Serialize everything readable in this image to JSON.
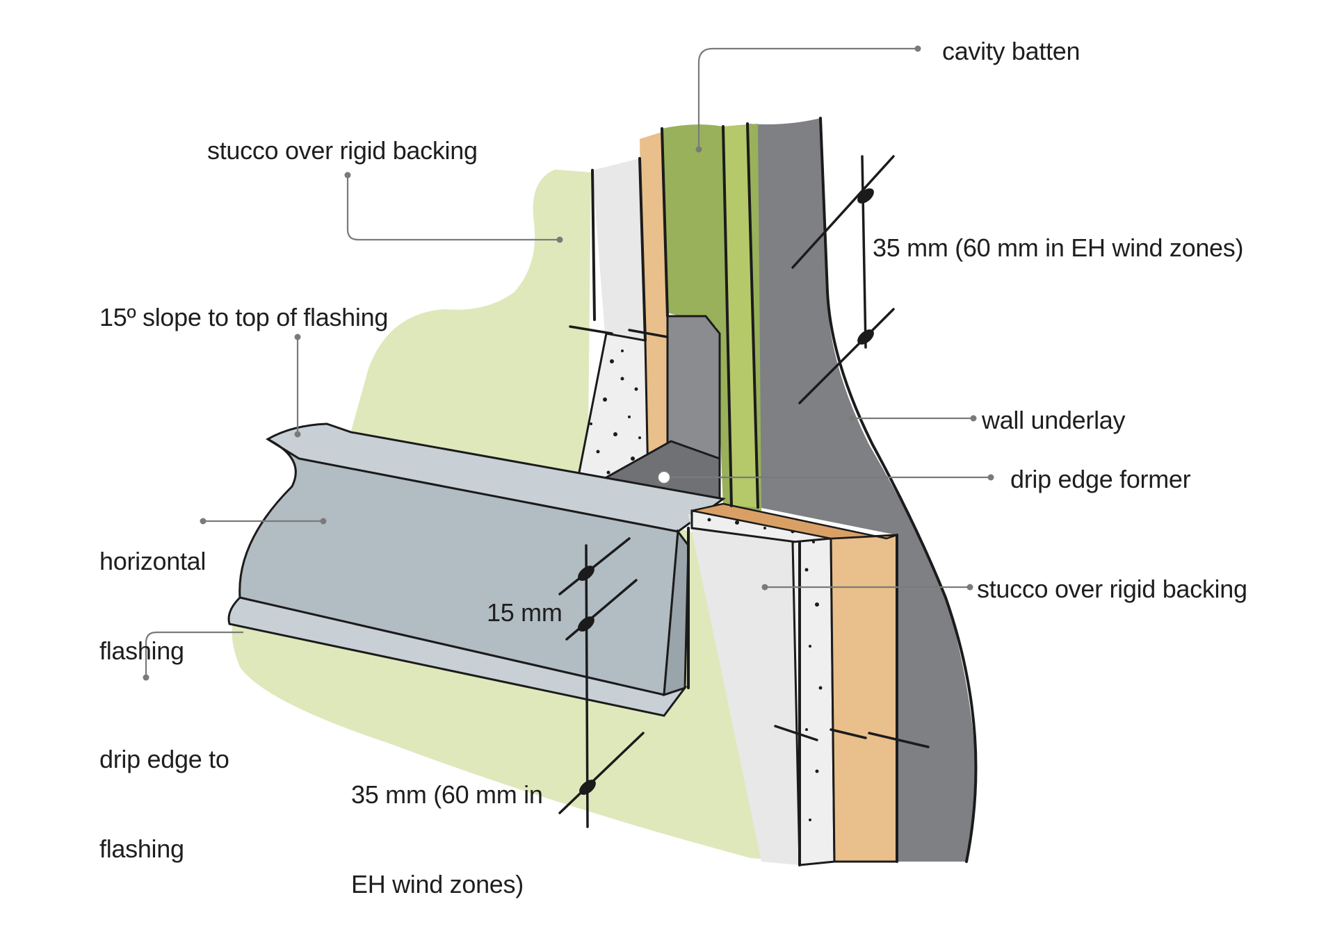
{
  "labels": {
    "cavity_batten": "cavity batten",
    "stucco_top": "stucco over rigid backing",
    "clearance_top": "35 mm (60 mm in EH wind zones)",
    "slope": "15º slope to top of flashing",
    "wall_underlay": "wall underlay",
    "drip_edge_former": "drip edge former",
    "horizontal_flashing": [
      "horizontal",
      "flashing"
    ],
    "stucco_bottom": "stucco over rigid backing",
    "upstand_15": "15 mm",
    "drip_edge": [
      "drip edge to",
      "flashing"
    ],
    "clearance_bottom": [
      "35 mm (60 mm in",
      "EH wind zones)"
    ]
  },
  "colors": {
    "stucco_green": "#dfe8bb",
    "plaster_white": "#e8e8e8",
    "backing_orange": "#e9bf8b",
    "backing_dark_orange": "#d9a066",
    "batten_green": "#99b15a",
    "batten_light": "#b5c96a",
    "underlay_grey": "#7f8083",
    "flashing_grey": "#b2bcc3",
    "flashing_light": "#c8d0d6",
    "former_grey": "#8a8c8f",
    "leader_grey": "#7a7a7a",
    "ink": "#1b1b1b"
  }
}
